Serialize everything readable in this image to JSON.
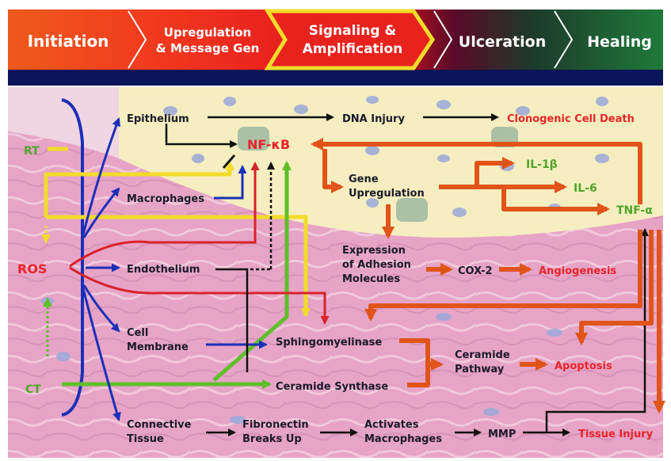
{
  "phases": [
    {
      "line1": "Initiation",
      "line2": ""
    },
    {
      "line1": "Upregulation",
      "line2": "& Message Gen"
    },
    {
      "line1": "Signaling &",
      "line2": "Amplification"
    },
    {
      "line1": "Ulceration",
      "line2": ""
    },
    {
      "line1": "Healing",
      "line2": ""
    }
  ],
  "sources": {
    "rt": "RT",
    "ros": "ROS",
    "ct": "CT"
  },
  "targets": {
    "epithelium": "Epithelium",
    "macrophages": "Macrophages",
    "endothelium": "Endothelium",
    "cell_membrane_1": "Cell",
    "cell_membrane_2": "Membrane",
    "connective_tissue_1": "Connective",
    "connective_tissue_2": "Tissue"
  },
  "nodes": {
    "dna_injury": "DNA Injury",
    "clonogenic_death": "Clonogenic Cell Death",
    "nfkb": "NF-κB",
    "gene_up_1": "Gene",
    "gene_up_2": "Upregulation",
    "il1b": "IL-1β",
    "il6": "IL-6",
    "tnfa": "TNF-α",
    "adhesion_1": "Expression",
    "adhesion_2": "of Adhesion",
    "adhesion_3": "Molecules",
    "cox2": "COX-2",
    "angiogenesis": "Angiogenesis",
    "sphingomyelinase": "Sphingomyelinase",
    "ceramide_pathway_1": "Ceramide",
    "ceramide_pathway_2": "Pathway",
    "apoptosis": "Apoptosis",
    "ceramide_synthase": "Ceramide Synthase",
    "fibronectin_1": "Fibronectin",
    "fibronectin_2": "Breaks Up",
    "activates_mac_1": "Activates",
    "activates_mac_2": "Macrophages",
    "mmp": "MMP",
    "tissue_injury": "Tissue Injury"
  },
  "colors": {
    "navy": "#0a1458",
    "orange": "#e0541a",
    "yellow": "#f2dc2a",
    "green": "#5fbf2a",
    "blue": "#1c2fb8",
    "red": "#e8242a",
    "black": "#111111",
    "tissue_pink": "#e9a9c9",
    "tissue_cream": "#f7efc2"
  }
}
